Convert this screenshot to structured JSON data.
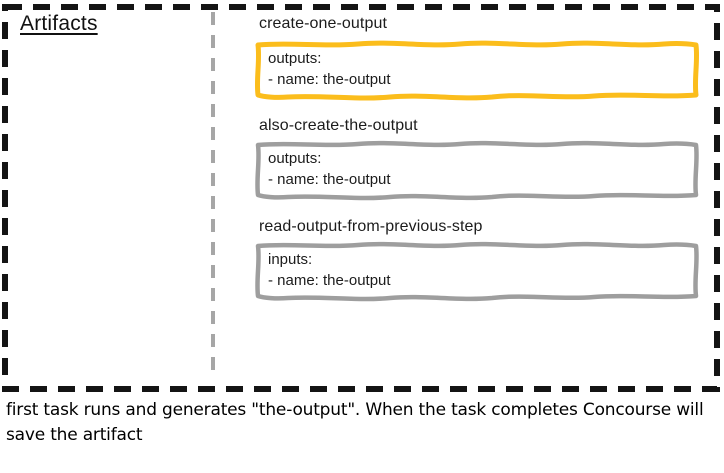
{
  "colors": {
    "outer_border": "#141414",
    "divider_gray": "#a6a6a6",
    "accent_yellow": "#fbbd1c",
    "border_gray": "#9e9e9e"
  },
  "artifacts_panel": {
    "title": "Artifacts"
  },
  "tasks": [
    {
      "name": "create-one-output",
      "border_color_key": "accent_yellow",
      "lines": [
        "outputs:",
        "- name: the-output"
      ]
    },
    {
      "name": "also-create-the-output",
      "border_color_key": "border_gray",
      "lines": [
        "outputs:",
        "- name: the-output"
      ]
    },
    {
      "name": "read-output-from-previous-step",
      "border_color_key": "border_gray",
      "lines": [
        "inputs:",
        "- name: the-output"
      ]
    }
  ],
  "caption": "first task runs and generates \"the-output\". When the task completes Concourse will save the artifact"
}
